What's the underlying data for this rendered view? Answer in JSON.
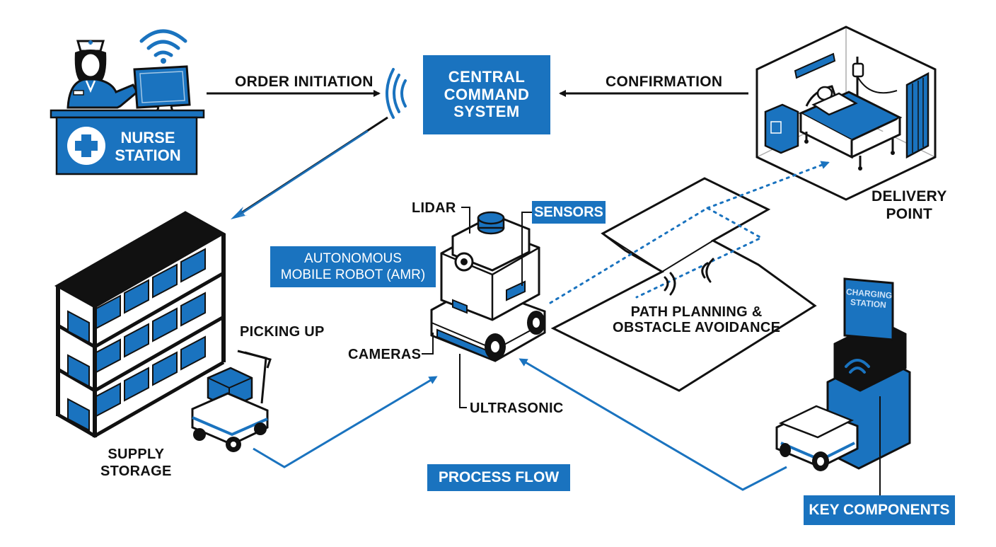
{
  "colors": {
    "accent": "#1a73bf",
    "ink": "#111111",
    "background": "#ffffff"
  },
  "labels": {
    "nurse_station": "NURSE\nSTATION",
    "order_initiation": "ORDER INITIATION",
    "central_command": "CENTRAL\nCOMMAND\nSYSTEM",
    "confirmation": "CONFIRMATION",
    "delivery_point": "DELIVERY\nPOINT",
    "lidar": "LIDAR",
    "sensors": "SENSORS",
    "amr": "AUTONOMOUS\nMOBILE ROBOT (AMR)",
    "picking_up": "PICKING UP",
    "cameras": "CAMERAS",
    "ultrasonic": "ULTRASONIC",
    "path_planning": "PATH PLANNING &\nOBSTACLE AVOIDANCE",
    "charging_station": "CHARGING\nSTATION",
    "supply_storage": "SUPPLY\nSTORAGE",
    "process_flow": "PROCESS FLOW",
    "key_components": "KEY COMPONENTS"
  },
  "icons": [
    "nurse-icon",
    "computer-monitor-icon",
    "wifi-icon",
    "medical-cross-icon",
    "hospital-bed-icon",
    "iv-stand-icon",
    "supply-shelf-icon",
    "delivery-cart-icon",
    "amr-robot-icon",
    "charging-station-icon"
  ]
}
